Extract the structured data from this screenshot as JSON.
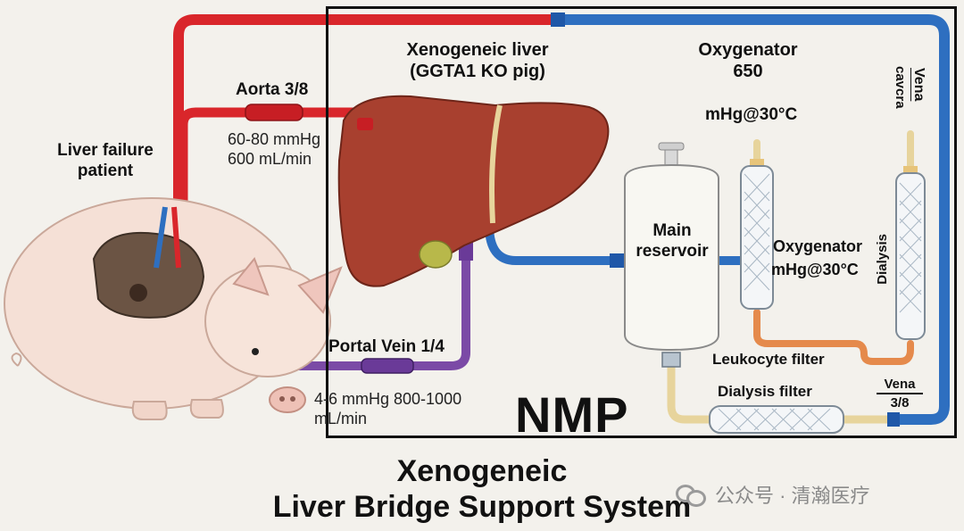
{
  "labels": {
    "xeno_liver": "Xenogeneic liver",
    "xeno_liver_sub": "(GGTA1 KO pig)",
    "oxygenator_top_1": "Oxygenator",
    "oxygenator_top_2": "650",
    "oxygenator_top_3": "mHg@30°C",
    "vena_cavcra_1": "Vena",
    "vena_cavcra_2": "cavcra",
    "aorta": "Aorta 3/8",
    "aorta_pressure": "60-80 mmHg",
    "aorta_flow": "600 mL/min",
    "patient_1": "Liver failure",
    "patient_2": "patient",
    "main_reservoir_1": "Main",
    "main_reservoir_2": "reservoir",
    "oxygenator_mid_1": "Oxygenator",
    "oxygenator_mid_2": "mHg@30°C",
    "dialysis": "Dialysis",
    "portal_vein": "Portal Vein 1/4",
    "portal_flow_1": "4-6 mmHg 800-1000",
    "portal_flow_2": "mL/min",
    "leukocyte_filter": "Leukocyte filter",
    "dialysis_filter": "Dialysis filter",
    "vena_bottom_1": "Vena",
    "vena_bottom_2": "3/8",
    "nmp": "NMP",
    "title_1": "Xenogeneic",
    "title_2": "Liver Bridge Support System",
    "watermark": "公众号 · 清瀚医疗"
  },
  "colors": {
    "arterial": "#d9262b",
    "venous": "#2e6fc0",
    "portal": "#7b4aa6",
    "liver": "#a8402f",
    "tube_tan": "#e7d49c",
    "tube_orange": "#e58a4c"
  }
}
